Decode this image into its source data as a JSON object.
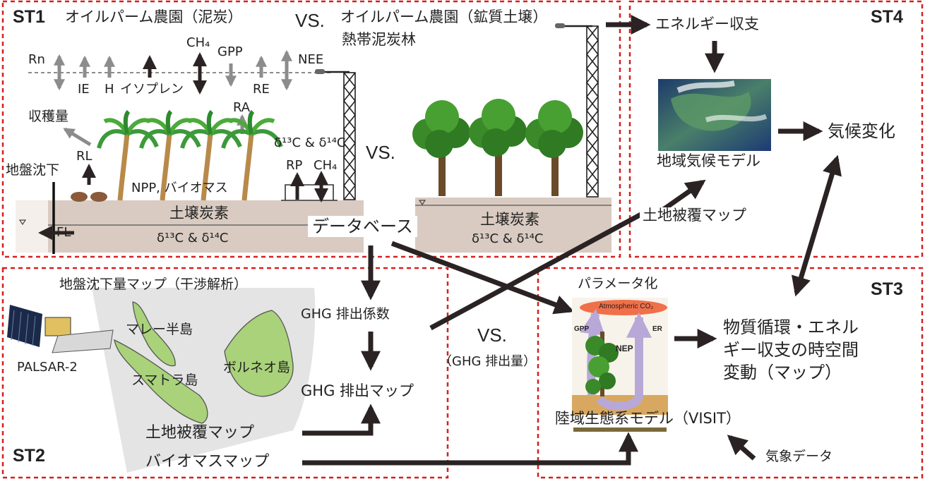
{
  "sections": {
    "st1": "ST1",
    "st2": "ST2",
    "st3": "ST3",
    "st4": "ST4"
  },
  "st1": {
    "title_left": "オイルパーム農園（泥炭）",
    "vs_main": "VS.",
    "title_right": "オイルパーム農園（鉱質土壌）",
    "title_right2": "熱帯泥炭林",
    "vs_mid": "VS.",
    "flux_labels": {
      "rn": "Rn",
      "ie": "IE",
      "h": "H",
      "isoprene": "イソプレン",
      "ch4_top": "CH₄",
      "gpp": "GPP",
      "re": "RE",
      "nee": "NEE",
      "ra": "RA",
      "harvest": "収穫量",
      "rl": "RL",
      "subsidence": "地盤沈下",
      "npp": "NPP, バイオマス",
      "isotope_top": "δ¹³C & δ¹⁴C",
      "rp": "RP",
      "ch4_bottom": "CH₄",
      "fl": "FL"
    },
    "soil_left": "土壌炭素",
    "soil_left_iso": "δ¹³C & δ¹⁴C",
    "soil_right": "土壌炭素",
    "soil_right_iso": "δ¹³C & δ¹⁴C",
    "database": "データベース"
  },
  "st2": {
    "map_title": "地盤沈下量マップ（干渉解析）",
    "satellite": "PALSAR-2",
    "malay": "マレー半島",
    "sumatra": "スマトラ島",
    "borneo": "ボルネオ島",
    "emission_factor": "GHG 排出係数",
    "emission_map": "GHG 排出マップ",
    "vs": "VS.",
    "emission_amount": "（GHG 排出量）",
    "landcover_map": "土地被覆マップ",
    "biomass_map": "バイオマスマップ"
  },
  "st3": {
    "parameterization": "パラメータ化",
    "atm_co2": "Atmospheric CO₂",
    "gpp": "GPP",
    "nep": "NEP",
    "er": "ER",
    "model": "陸域生態系モデル（VISIT）",
    "output_line1": "物質循環・エネル",
    "output_line2": "ギー収支の時空間",
    "output_line3": "変動（マップ）",
    "weather": "気象データ"
  },
  "st4": {
    "energy_balance": "エネルギー収支",
    "regional_model": "地域気候モデル",
    "climate_change": "気候変化",
    "landcover_map": "土地被覆マップ"
  },
  "colors": {
    "dashed_border": "#d62020",
    "soil": "#d9cbc1",
    "arrow": "#2b2323",
    "flux_arrow": "#8c8c8c",
    "leaf": "#a9d27a",
    "tree": "#3a8a2a"
  }
}
